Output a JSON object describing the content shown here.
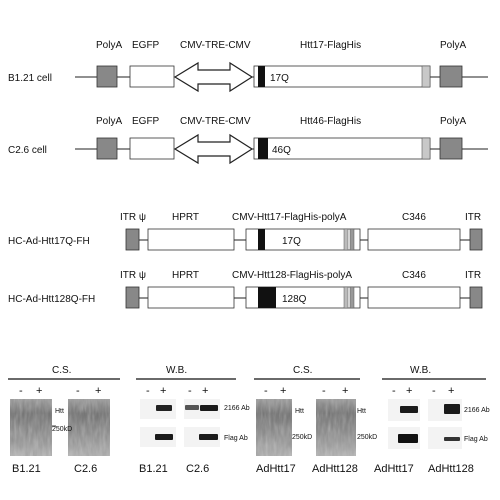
{
  "constructs": [
    {
      "row_label": "B1.21 cell",
      "polya_left": "PolyA",
      "egfp": "EGFP",
      "promoter": "CMV-TRE-CMV",
      "transgene": "Htt17-FlagHis",
      "polya_right": "PolyA",
      "repeat": "17Q"
    },
    {
      "row_label": "C2.6 cell",
      "polya_left": "PolyA",
      "egfp": "EGFP",
      "promoter": "CMV-TRE-CMV",
      "transgene": "Htt46-FlagHis",
      "polya_right": "PolyA",
      "repeat": "46Q"
    }
  ],
  "vectors": [
    {
      "row_label": "HC-Ad-Htt17Q-FH",
      "itr_psi": "ITR ψ",
      "hprt": "HPRT",
      "cassette": "CMV-Htt17-FlagHis-polyA",
      "c346": "C346",
      "itr_right": "ITR",
      "repeat": "17Q"
    },
    {
      "row_label": "HC-Ad-Htt128Q-FH",
      "itr_psi": "ITR ψ",
      "hprt": "HPRT",
      "cassette": "CMV-Htt128-FlagHis-polyA",
      "c346": "C346",
      "itr_right": "ITR",
      "repeat": "128Q"
    }
  ],
  "panels": {
    "cs1": {
      "title": "C.S.",
      "lanes": [
        "-",
        "+",
        "-",
        "+"
      ],
      "band": "Htt",
      "marker": "250kD",
      "labels": [
        "B1.21",
        "C2.6"
      ]
    },
    "wb1": {
      "title": "W.B.",
      "lanes": [
        "-",
        "+",
        "-",
        "+"
      ],
      "ab1": "2166 Ab",
      "ab2": "Flag Ab",
      "labels": [
        "B1.21",
        "C2.6"
      ]
    },
    "cs2": {
      "title": "C.S.",
      "lanes": [
        "-",
        "+",
        "-",
        "+"
      ],
      "band": "Htt",
      "marker": "250kD",
      "labels": [
        "AdHtt17",
        "AdHtt128"
      ]
    },
    "wb2": {
      "title": "W.B.",
      "lanes": [
        "-",
        "+",
        "-",
        "+"
      ],
      "ab1": "2166 Ab",
      "ab2": "Flag Ab",
      "labels": [
        "AdHtt17",
        "AdHtt128"
      ]
    }
  }
}
